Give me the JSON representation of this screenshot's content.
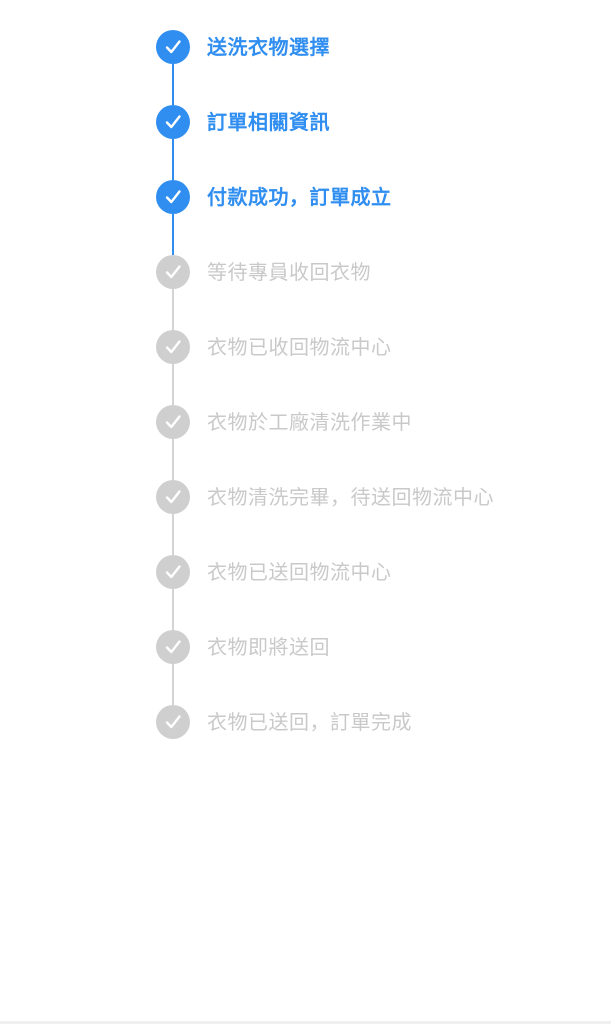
{
  "colors": {
    "done": "#2f8ef0",
    "pending": "#cfcfcf",
    "pending_text": "#c9c9c9"
  },
  "steps": [
    {
      "label": "送洗衣物選擇",
      "status": "done",
      "icon": "check-circle-icon"
    },
    {
      "label": "訂單相關資訊",
      "status": "done",
      "icon": "check-circle-icon"
    },
    {
      "label": "付款成功，訂單成立",
      "status": "done",
      "icon": "check-circle-icon"
    },
    {
      "label": "等待專員收回衣物",
      "status": "pending",
      "icon": "check-circle-icon"
    },
    {
      "label": "衣物已收回物流中心",
      "status": "pending",
      "icon": "check-circle-icon"
    },
    {
      "label": "衣物於工廠清洗作業中",
      "status": "pending",
      "icon": "check-circle-icon"
    },
    {
      "label": "衣物清洗完畢，待送回物流中心",
      "status": "pending",
      "icon": "check-circle-icon"
    },
    {
      "label": "衣物已送回物流中心",
      "status": "pending",
      "icon": "check-circle-icon"
    },
    {
      "label": "衣物即將送回",
      "status": "pending",
      "icon": "check-circle-icon"
    },
    {
      "label": "衣物已送回，訂單完成",
      "status": "pending",
      "icon": "check-circle-icon"
    }
  ]
}
